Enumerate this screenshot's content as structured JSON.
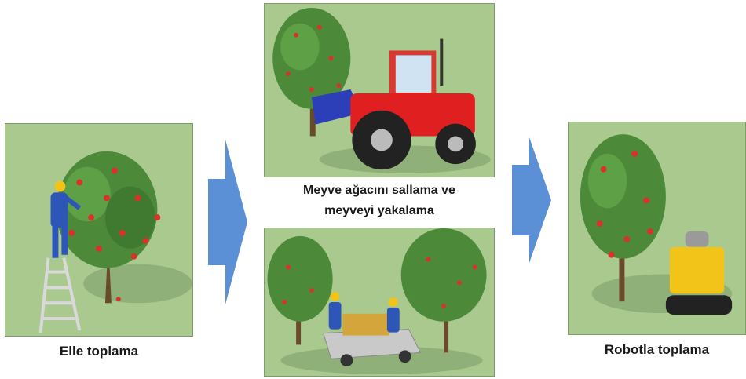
{
  "panels": {
    "manual": {
      "caption": "Elle toplama"
    },
    "shake": {
      "caption_line1": "Meyve ağacını sallama ve",
      "caption_line2": "meyveyi yakalama"
    },
    "platform": {},
    "robot": {
      "caption": "Robotla toplama"
    }
  },
  "colors": {
    "panel_bg": "#a9c98f",
    "arrow": "#5b8fd6",
    "tree_leaf": "#4c8a3a",
    "apple": "#d8332a",
    "tractor": "#e02020",
    "robot": "#f2c41a"
  },
  "icons": [
    "tree-icon",
    "ladder-icon",
    "worker-icon",
    "tractor-icon",
    "platform-icon",
    "robot-icon",
    "arrow-right-icon"
  ]
}
